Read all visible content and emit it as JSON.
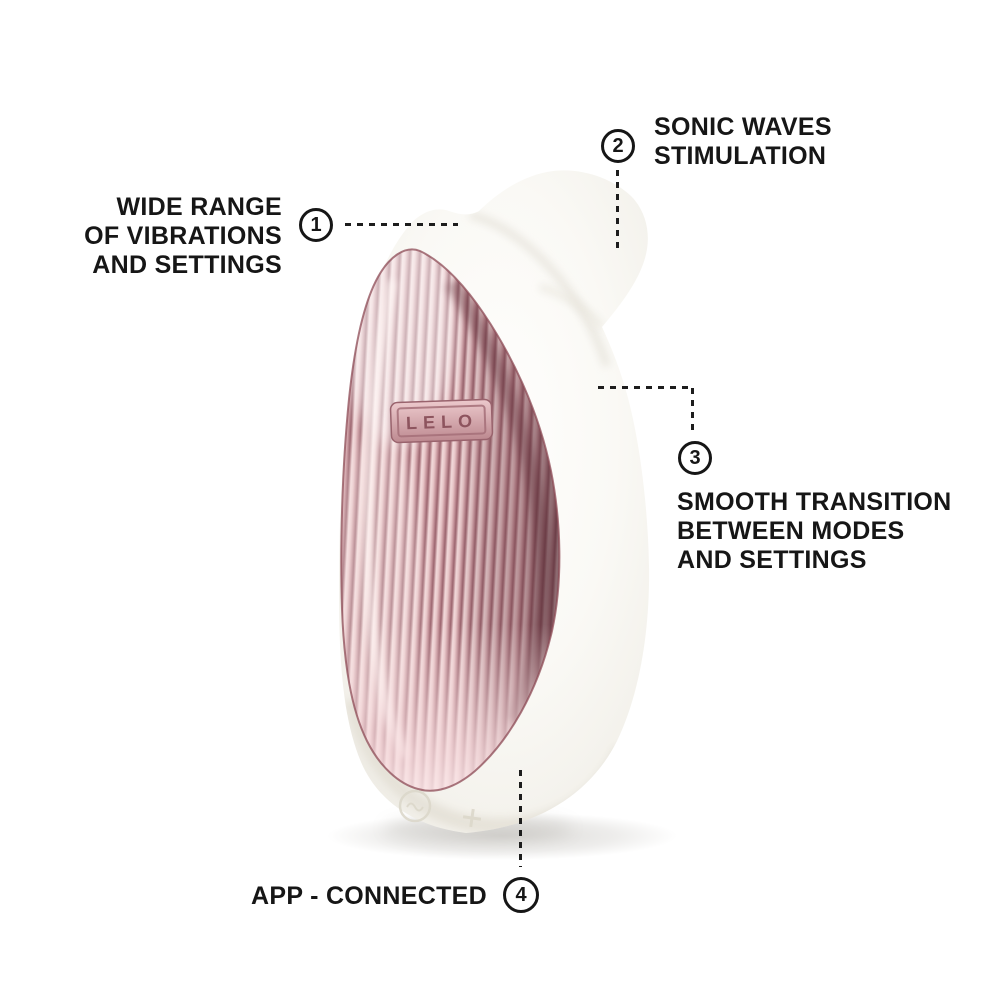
{
  "product": {
    "logo_text": "LELO"
  },
  "colors": {
    "background": "#ffffff",
    "text": "#161616",
    "device_body": "#f8f6f1",
    "panel_rose_light": "#f2dadb",
    "panel_rose_mid": "#c5939a",
    "panel_rose_dark": "#6e3a44",
    "plate_rose": "#c18e95"
  },
  "callouts": [
    {
      "number": "1",
      "lines": [
        "WIDE RANGE",
        "OF VIBRATIONS",
        "AND SETTINGS"
      ]
    },
    {
      "number": "2",
      "lines": [
        "SONIC WAVES",
        "STIMULATION"
      ]
    },
    {
      "number": "3",
      "lines": [
        "SMOOTH TRANSITION",
        "BETWEEN MODES",
        "AND SETTINGS"
      ]
    },
    {
      "number": "4",
      "lines": [
        "APP - CONNECTED"
      ]
    }
  ]
}
